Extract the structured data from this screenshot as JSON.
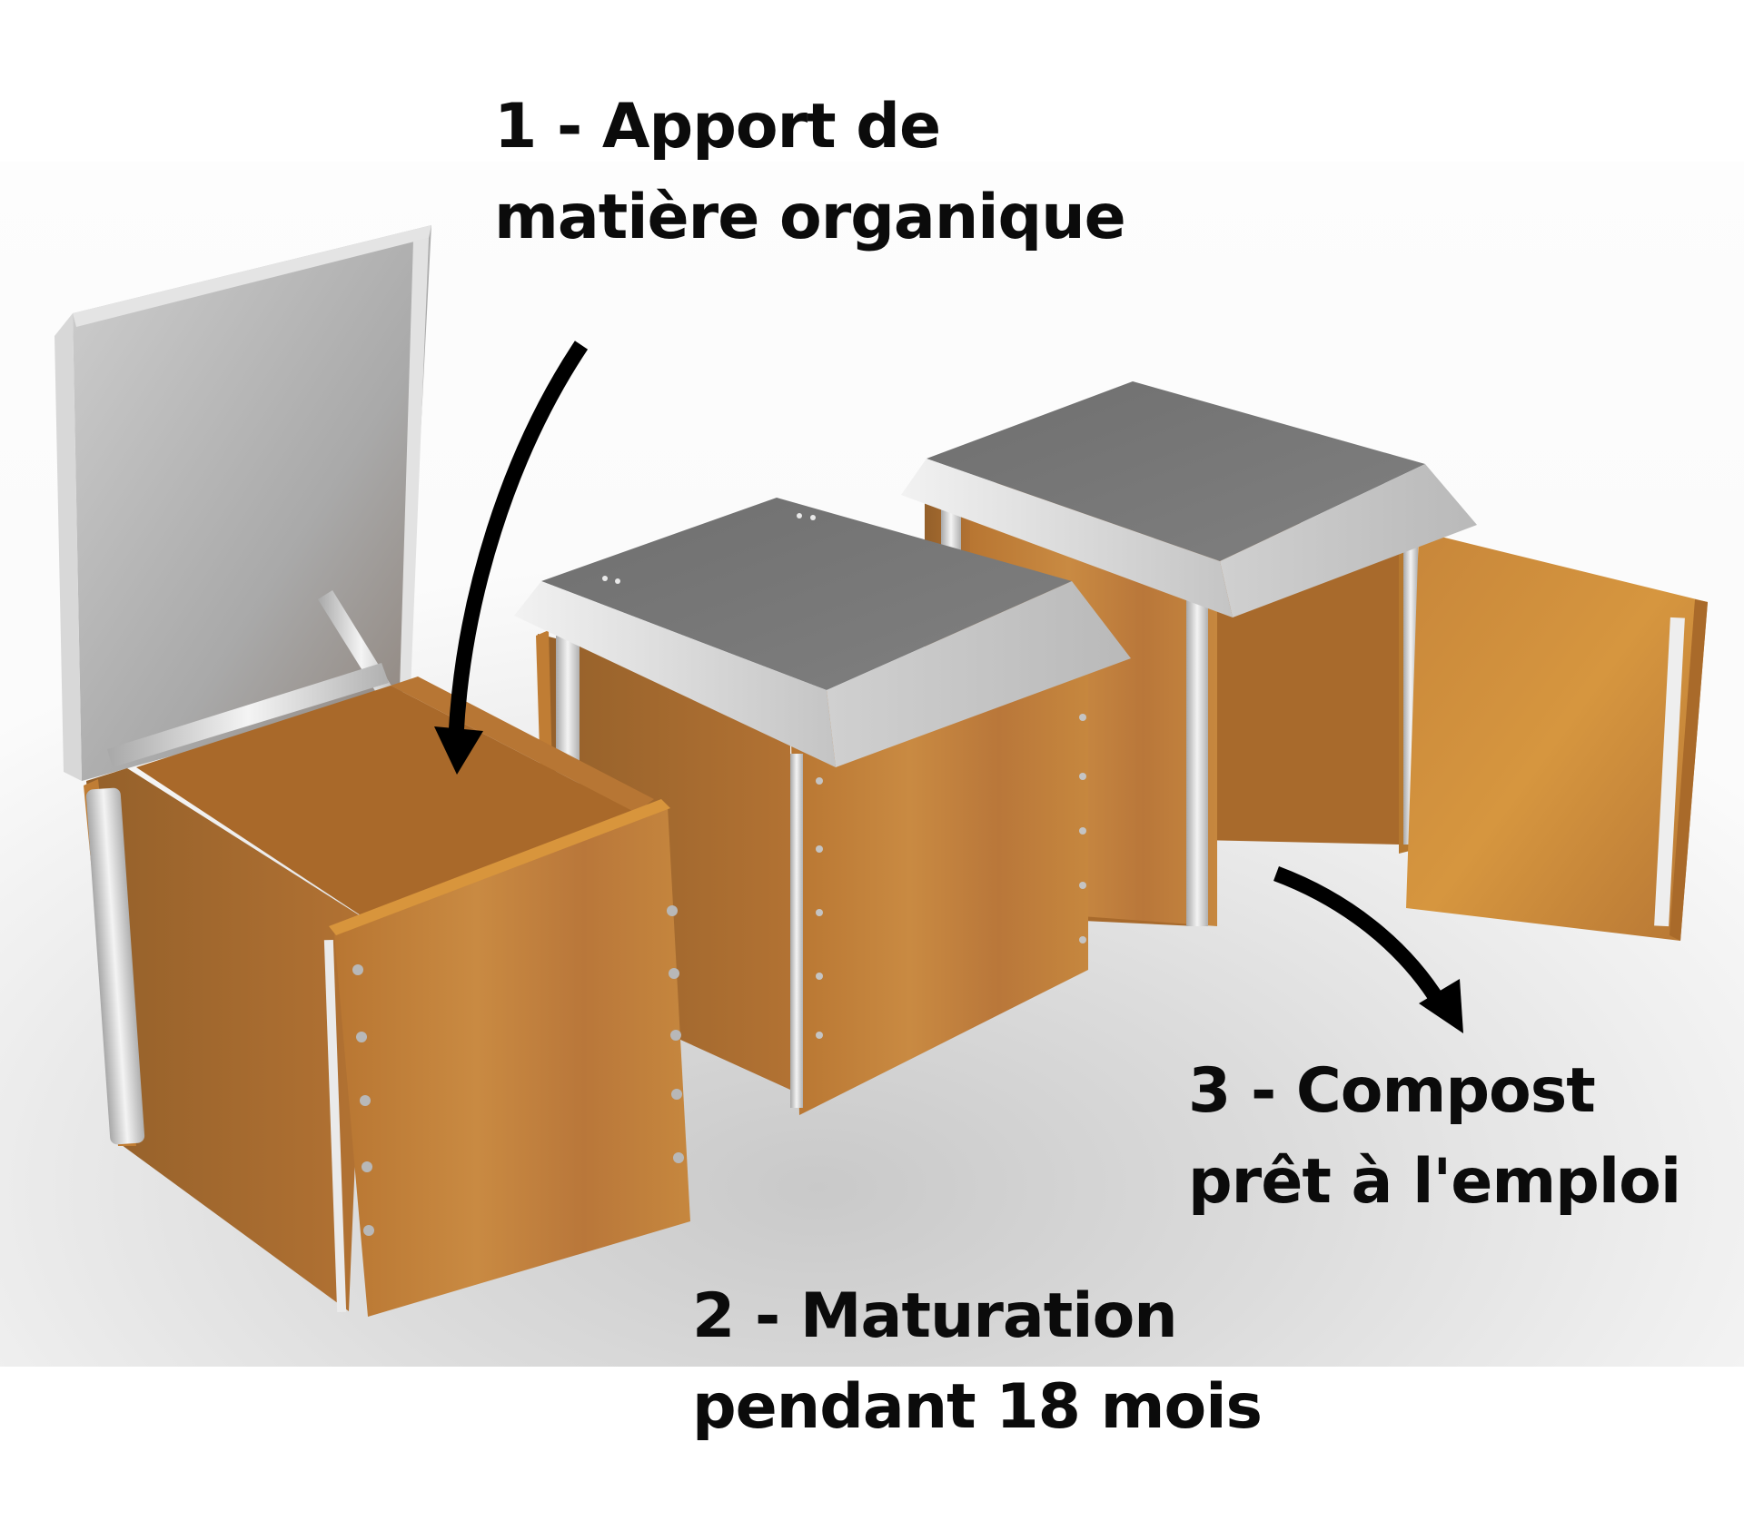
{
  "steps": [
    {
      "number": "1",
      "line1": "1 - Apport de",
      "line2": "matière organique"
    },
    {
      "number": "2",
      "line1": "2 - Maturation",
      "line2": "pendant 18 mois"
    },
    {
      "number": "3",
      "line1": "3 - Compost",
      "line2": "prêt à l'emploi"
    }
  ],
  "illustration": {
    "subject": "three-module wooden composter",
    "modules": [
      {
        "state": "lid-open"
      },
      {
        "state": "lid-closed"
      },
      {
        "state": "lid-closed-door-open"
      }
    ],
    "arrows": [
      {
        "from": "step-1-label",
        "to": "module-1-opening"
      },
      {
        "from": "module-3",
        "to": "step-3-label"
      }
    ]
  },
  "colors": {
    "text": "#0b0b0b",
    "wood": "#c0803a",
    "wood_light": "#d9973f",
    "wood_dark": "#9c6426",
    "lid_top": "#777777",
    "lid_side": "#c8c8c8",
    "metal_light": "#e6e6e6",
    "background": "#ffffff"
  }
}
